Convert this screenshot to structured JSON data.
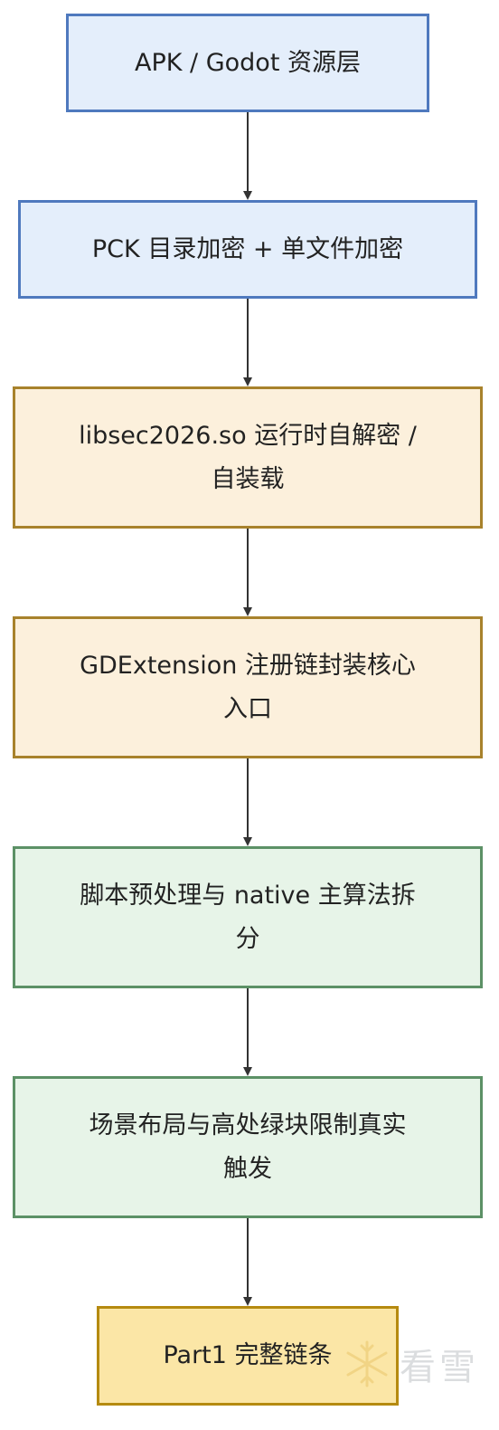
{
  "nodes": [
    {
      "id": "n1",
      "text": "APK / Godot 资源层"
    },
    {
      "id": "n2",
      "text": "PCK 目录加密 + 单文件加密"
    },
    {
      "id": "n3",
      "text": "libsec2026.so 运行时自解密 / 自装载"
    },
    {
      "id": "n4",
      "text": "GDExtension 注册链封装核心入口"
    },
    {
      "id": "n5",
      "text": "脚本预处理与 native 主算法拆分"
    },
    {
      "id": "n6",
      "text": "场景布局与高处绿块限制真实触发"
    },
    {
      "id": "n7",
      "text": "Part1 完整链条"
    }
  ],
  "colors": {
    "blue_fill": "#e4eefb",
    "blue_stroke": "#4f79be",
    "orange_fill": "#fcf0dc",
    "orange_stroke": "#a8822c",
    "green_fill": "#e7f4e8",
    "green_stroke": "#5c9166",
    "gold_fill": "#fbe6a6",
    "gold_stroke": "#b58a10",
    "arrow": "#333333"
  },
  "watermark": {
    "icon": "snowflake-icon",
    "text": "看雪"
  }
}
